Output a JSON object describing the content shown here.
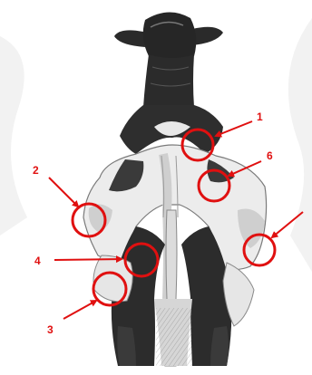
{
  "colors": {
    "annotation": "#e01010",
    "ink": "#1c1c1c",
    "shade": "#8a8a8a",
    "paper": "#ececec"
  },
  "callouts": [
    {
      "id": "1",
      "label": "1"
    },
    {
      "id": "2",
      "label": "2"
    },
    {
      "id": "3",
      "label": "3"
    },
    {
      "id": "4",
      "label": "4"
    },
    {
      "id": "5",
      "label": ""
    },
    {
      "id": "6",
      "label": "6"
    }
  ]
}
